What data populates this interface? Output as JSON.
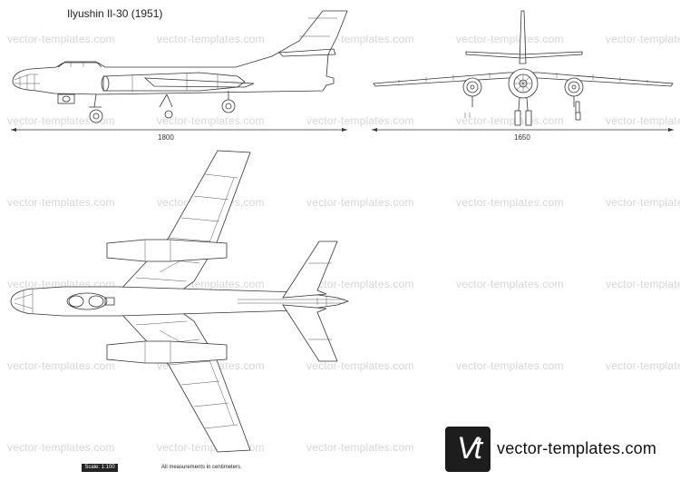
{
  "title": "Ilyushin Il-30 (1951)",
  "watermark": "vector-templates.com",
  "dimensions": {
    "length": "1800",
    "wingspan": "1650"
  },
  "footer": {
    "scale": "Scale: 1:100",
    "note": "All measurements in centimeters."
  },
  "brand": {
    "logo_text": "Vt",
    "name": "vector-templates.com"
  },
  "icons": [
    "side-view-drawing",
    "front-view-drawing",
    "top-view-drawing",
    "vt-logo-icon"
  ]
}
